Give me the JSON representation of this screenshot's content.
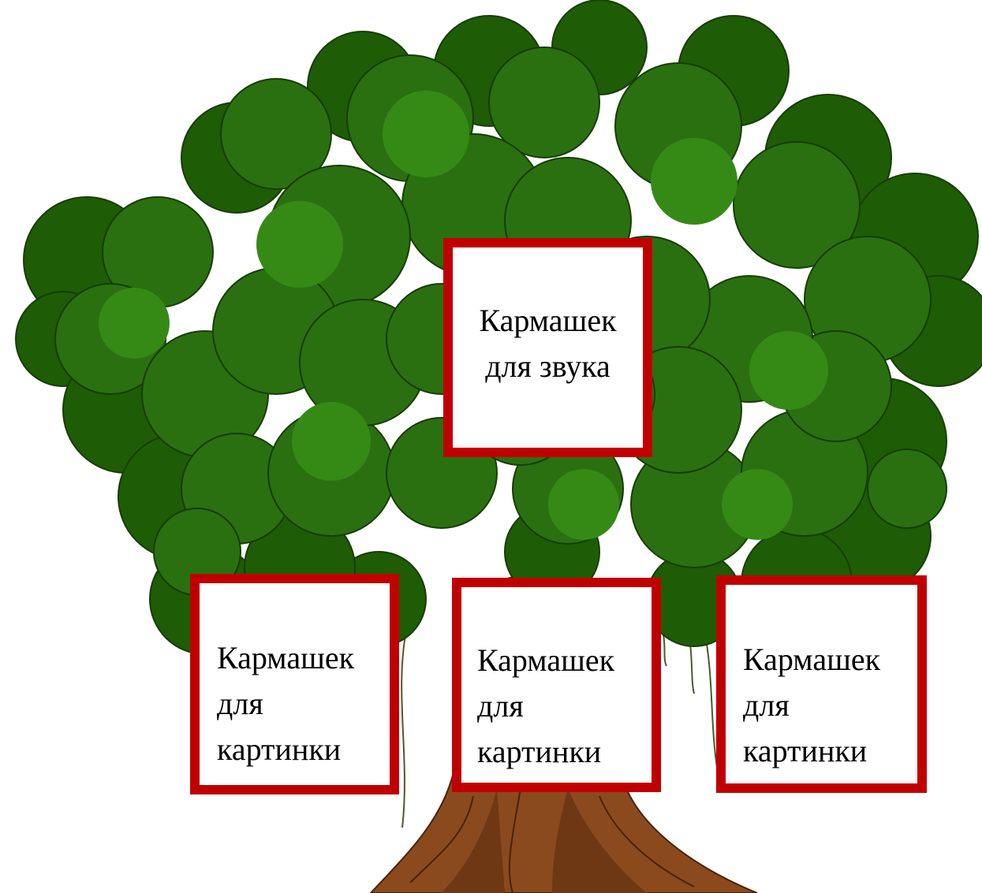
{
  "colors": {
    "leaf_light": "#2e7d12",
    "leaf_dark": "#1e5c06",
    "leaf_outline": "#173d05",
    "trunk": "#8a4a1e",
    "trunk_dark": "#5e2f10",
    "pocket_border": "#c00000",
    "pocket_fill": "#ffffff"
  },
  "pockets": {
    "sound": {
      "label": "Кармашек\nдля звука"
    },
    "pictures": [
      {
        "label": "Кармашек\nдля\nкартинки"
      },
      {
        "label": "Кармашек\nдля\nкартинки"
      },
      {
        "label": "Кармашек\nдля\nкартинки"
      }
    ]
  },
  "illustration": {
    "icon": "tree-icon"
  }
}
